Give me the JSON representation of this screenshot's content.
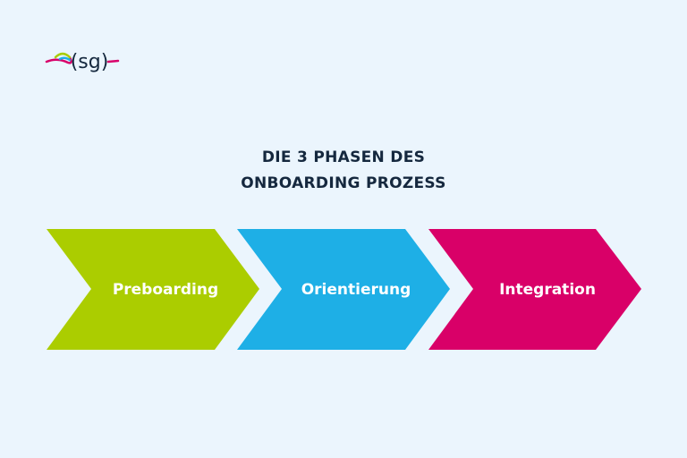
{
  "logo": {
    "text": "(sg)",
    "colors": {
      "text": "#15283e",
      "pink": "#d8006a",
      "green": "#a8cc00",
      "blue": "#1eb0e6"
    }
  },
  "title": {
    "line1": "DIE 3 PHASEN DES",
    "line2": "ONBOARDING PROZESS"
  },
  "phases": [
    {
      "label": "Preboarding",
      "color": "#abcd00"
    },
    {
      "label": "Orientierung",
      "color": "#1eafe6"
    },
    {
      "label": "Integration",
      "color": "#d90068"
    }
  ],
  "background": "#ebf5fd"
}
